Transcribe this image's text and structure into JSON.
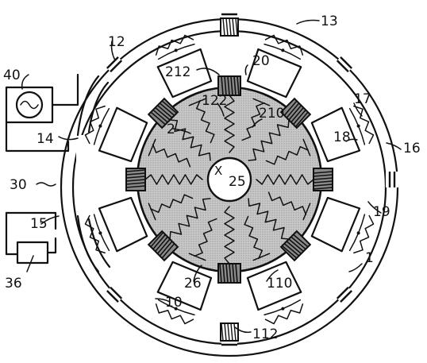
{
  "diagram": {
    "labels": {
      "l40": "40",
      "l14": "14",
      "l30": "30",
      "l15": "15",
      "l36": "36",
      "l12": "12",
      "l13": "13",
      "l20": "20",
      "l212": "212",
      "l122": "122",
      "l210": "210",
      "l17": "17",
      "l18": "18",
      "l16": "16",
      "l2": "2",
      "lx": "X",
      "l25": "25",
      "l19": "19",
      "l1": "1",
      "l26": "26",
      "l110": "110",
      "l10": "10",
      "l112": "112"
    },
    "colors": {
      "ink": "#111111",
      "rotor_fill": "#c6c6c6",
      "coil_fill": "#8a8a8a",
      "background": "#ffffff"
    },
    "icons": {
      "source": "ac-source-icon",
      "load": "resistor-box-icon"
    }
  }
}
